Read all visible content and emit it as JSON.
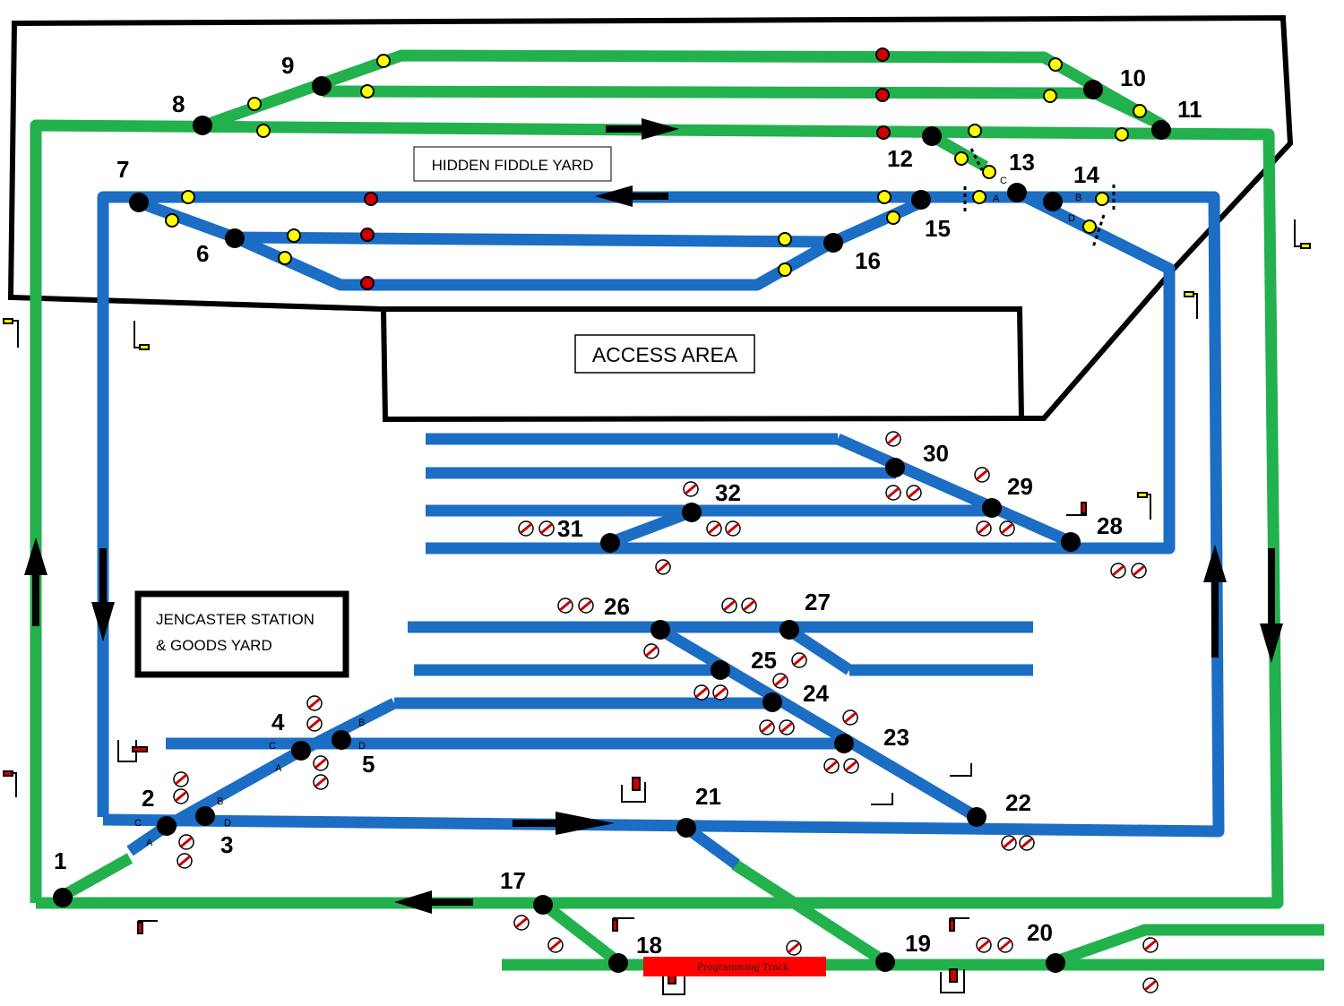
{
  "labels": {
    "hidden_fiddle_yard": "HIDDEN FIDDLE YARD",
    "access_area": "ACCESS AREA",
    "station_line1": "JENCASTER STATION",
    "station_line2": "& GOODS YARD",
    "programming_track": "Programming Track"
  },
  "points": [
    "1",
    "2",
    "3",
    "4",
    "5",
    "6",
    "7",
    "8",
    "9",
    "10",
    "11",
    "12",
    "13",
    "14",
    "15",
    "16",
    "17",
    "18",
    "19",
    "20",
    "21",
    "22",
    "23",
    "24",
    "25",
    "26",
    "27",
    "28",
    "29",
    "30",
    "31",
    "32"
  ],
  "point_letters": [
    "A",
    "B",
    "C",
    "D"
  ],
  "colors": {
    "green_line": "#22b14c",
    "blue_line": "#1c6dc4",
    "fiddle_boundary": "#000000",
    "signal_yellow": "#ffff00",
    "signal_red": "#cc0000",
    "programming_track": "#ff0000"
  },
  "icons": [
    "direction-arrow-icon",
    "point-motor-icon",
    "colour-light-signal-icon",
    "semaphore-signal-icon",
    "ground-signal-icon",
    "isolating-section-icon"
  ]
}
